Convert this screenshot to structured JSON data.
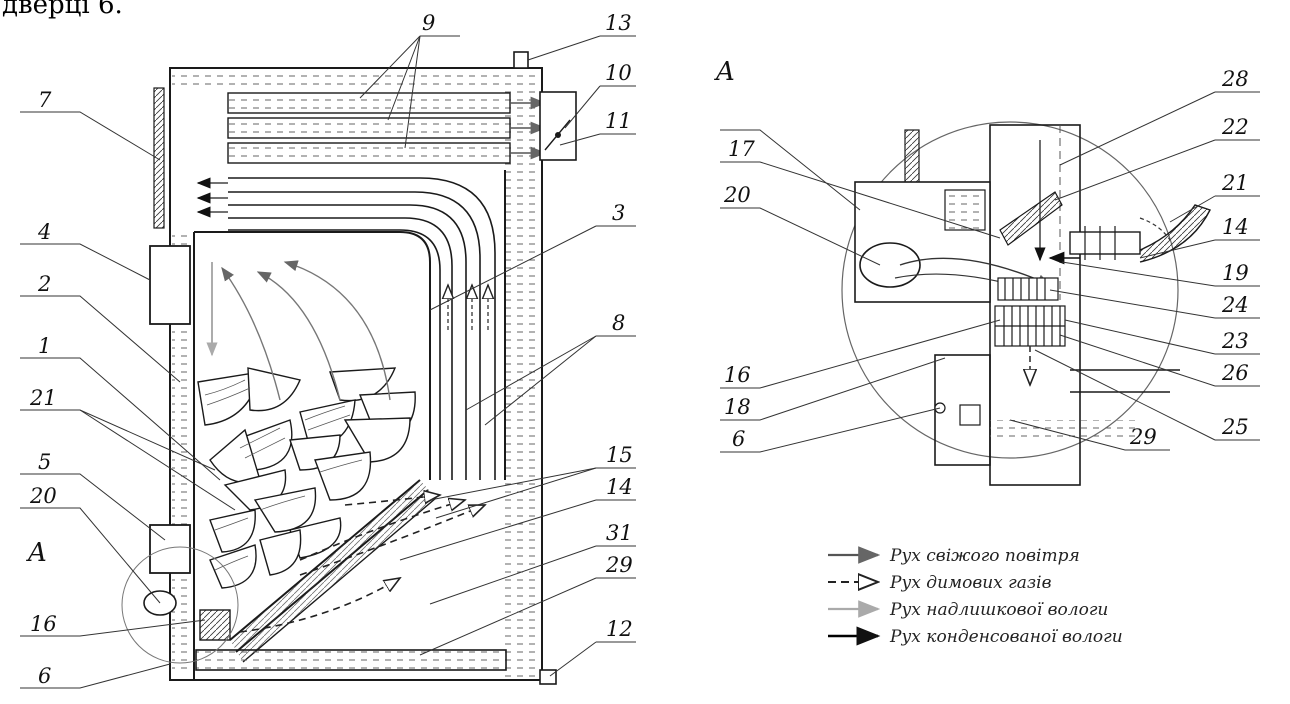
{
  "header_fragment": "дверці 6.",
  "view_label": "A",
  "main_view": {
    "callouts": [
      "9",
      "13",
      "7",
      "10",
      "11",
      "4",
      "3",
      "2",
      "8",
      "1",
      "21",
      "15",
      "5",
      "14",
      "20",
      "31",
      "29",
      "16",
      "12",
      "6"
    ],
    "view_marker": "A"
  },
  "detail_view": {
    "title": "A",
    "callouts": [
      "28",
      "17",
      "22",
      "20",
      "21",
      "14",
      "19",
      "24",
      "16",
      "23",
      "18",
      "26",
      "6",
      "25",
      "29"
    ]
  },
  "legend": {
    "items": [
      {
        "label": "Рух свіжого повітря",
        "style": "solid-gray"
      },
      {
        "label": "Рух димових газів",
        "style": "dashed-hollow"
      },
      {
        "label": "Рух надлишкової вологи",
        "style": "solid-light"
      },
      {
        "label": "Рух конденсованої вологи",
        "style": "solid-black"
      }
    ]
  },
  "colors": {
    "line": "#1a1a1a",
    "water": "#4a4a4a",
    "fresh_air": "#555555",
    "smoke": "#333333",
    "moisture": "#9a9a9a",
    "condensate": "#000000"
  }
}
